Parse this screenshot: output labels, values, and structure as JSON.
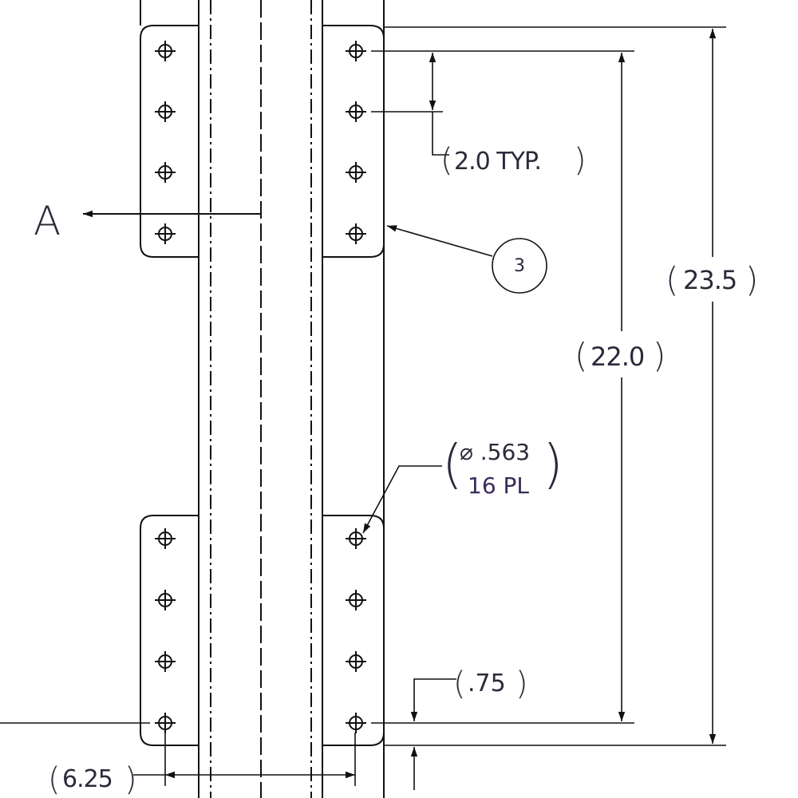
{
  "view_label": "A",
  "balloon": "3",
  "dimensions": {
    "typ_spacing": "2.0 TYP.",
    "inner_span": "22.0",
    "outer_span": "23.5",
    "hole_dia": "⌀ .563",
    "hole_count": "16 PL",
    "edge_offset": ".75",
    "center_offset": "6.25"
  },
  "hole_icon": "crosshair-hole-icon",
  "line_color": "#111111",
  "text_color": "#2a2a3a"
}
